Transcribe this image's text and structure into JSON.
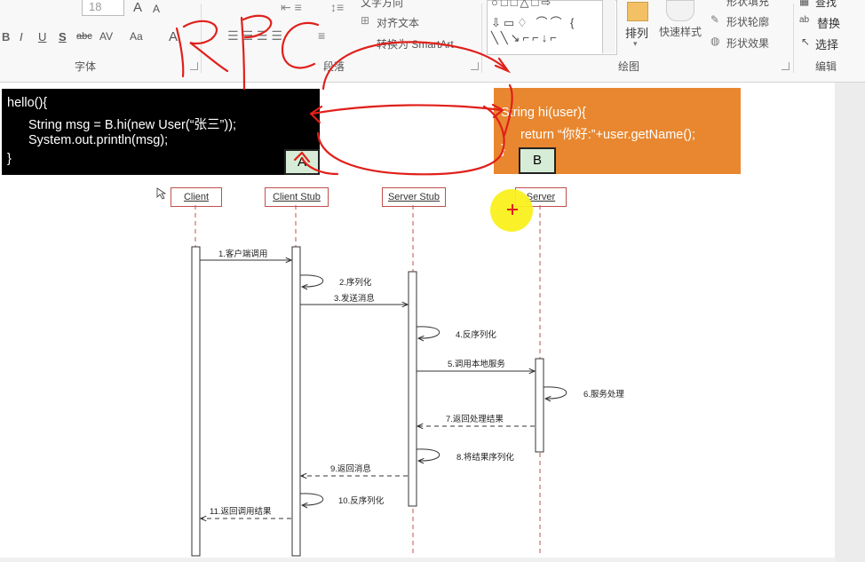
{
  "ribbon": {
    "font_size_value": "18",
    "font_grow": "A",
    "font_shrink": "A",
    "format_buttons": [
      "B",
      "I",
      "U",
      "S",
      "abc",
      "AV",
      "Aa",
      "A"
    ],
    "text_direction": "文字方向",
    "align_text": "对齐文本",
    "convert_smartart": "转换为 SmartArt",
    "arrange": "排列",
    "quick_styles": "快速样式",
    "shape_fill": "形状填充",
    "shape_outline": "形状轮廓",
    "shape_effects": "形状效果",
    "find": "查找",
    "replace": "替换",
    "select": "选择",
    "groups": {
      "font": "字体",
      "paragraph": "段落",
      "drawing": "绘图",
      "editing": "编辑"
    }
  },
  "annotation": {
    "handwriting": "RPC"
  },
  "slide": {
    "code_a": [
      "hello(){",
      "String msg = B.hi(new User(“张三”));",
      "System.out.println(msg);",
      "}"
    ],
    "tag_a": "A",
    "code_b": [
      "String hi(user){",
      "return “你好:”+user.getName();",
      "}"
    ],
    "tag_b": "B",
    "lifelines": [
      "Client",
      "Client Stub",
      "Server Stub",
      "Server"
    ],
    "messages": [
      "1.客户端调用",
      "2.序列化",
      "3.发送消息",
      "4.反序列化",
      "5.调用本地服务",
      "6.服务处理",
      "7.返回处理结果",
      "8.将结果序列化",
      "9.返回消息",
      "10.反序列化",
      "11.返回调用结果"
    ]
  }
}
